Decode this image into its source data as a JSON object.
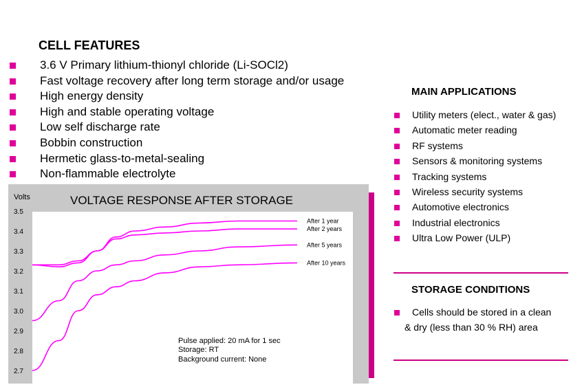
{
  "features": {
    "title": "CELL FEATURES",
    "items": [
      "3.6 V Primary lithium-thionyl chloride (Li-SOCl2)",
      "Fast voltage recovery after long term storage and/or usage",
      "High energy density",
      "High and stable operating voltage",
      "Low self discharge rate",
      "Bobbin construction",
      "Hermetic glass-to-metal-sealing",
      "Non-flammable electrolyte"
    ]
  },
  "applications": {
    "title": "MAIN APPLICATIONS",
    "items": [
      "Utility meters (elect., water & gas)",
      "Automatic meter reading",
      "RF systems",
      "Sensors & monitoring systems",
      "Tracking systems",
      "Wireless security systems",
      "Automotive electronics",
      "Industrial electronics",
      "Ultra Low Power (ULP)"
    ]
  },
  "storage": {
    "title": "STORAGE CONDITIONS",
    "text": "Cells should be stored in a clean & dry (less than 30 % RH) area"
  },
  "colors": {
    "accent": "#e0009a",
    "curve": "#ff00ff",
    "frame": "#c8c8c8"
  },
  "chart_data": {
    "type": "line",
    "title": "VOLTAGE RESPONSE  AFTER STORAGE",
    "ylabel": "Volts",
    "ylim": [
      2.7,
      3.5
    ],
    "yticks": [
      "3.5",
      "3.4",
      "3.3",
      "3.2",
      "3.1",
      "3.0",
      "2.9",
      "2.8",
      "2.7"
    ],
    "grid": false,
    "annotation": [
      "Pulse applied: 20 mA for 1 sec",
      "Storage: RT",
      "Background current: None"
    ],
    "series": [
      {
        "name": "After 1 year",
        "x": [
          0,
          1,
          3,
          6,
          10,
          15,
          25,
          40,
          60,
          100
        ],
        "values": [
          3.23,
          3.22,
          3.24,
          3.3,
          3.37,
          3.4,
          3.42,
          3.44,
          3.45,
          3.45
        ]
      },
      {
        "name": "After 2 years",
        "x": [
          0,
          1,
          3,
          6,
          10,
          15,
          25,
          40,
          60,
          100
        ],
        "values": [
          3.23,
          3.23,
          3.25,
          3.3,
          3.36,
          3.38,
          3.39,
          3.4,
          3.41,
          3.41
        ]
      },
      {
        "name": "After 5 years",
        "x": [
          0,
          1,
          3,
          6,
          10,
          15,
          25,
          40,
          60,
          100
        ],
        "values": [
          2.95,
          3.05,
          3.15,
          3.2,
          3.23,
          3.25,
          3.28,
          3.3,
          3.32,
          3.33
        ]
      },
      {
        "name": "After 10 years",
        "x": [
          0,
          1,
          3,
          6,
          10,
          15,
          25,
          40,
          60,
          100
        ],
        "values": [
          2.7,
          2.85,
          3.0,
          3.08,
          3.12,
          3.15,
          3.19,
          3.22,
          3.23,
          3.24
        ]
      }
    ]
  }
}
